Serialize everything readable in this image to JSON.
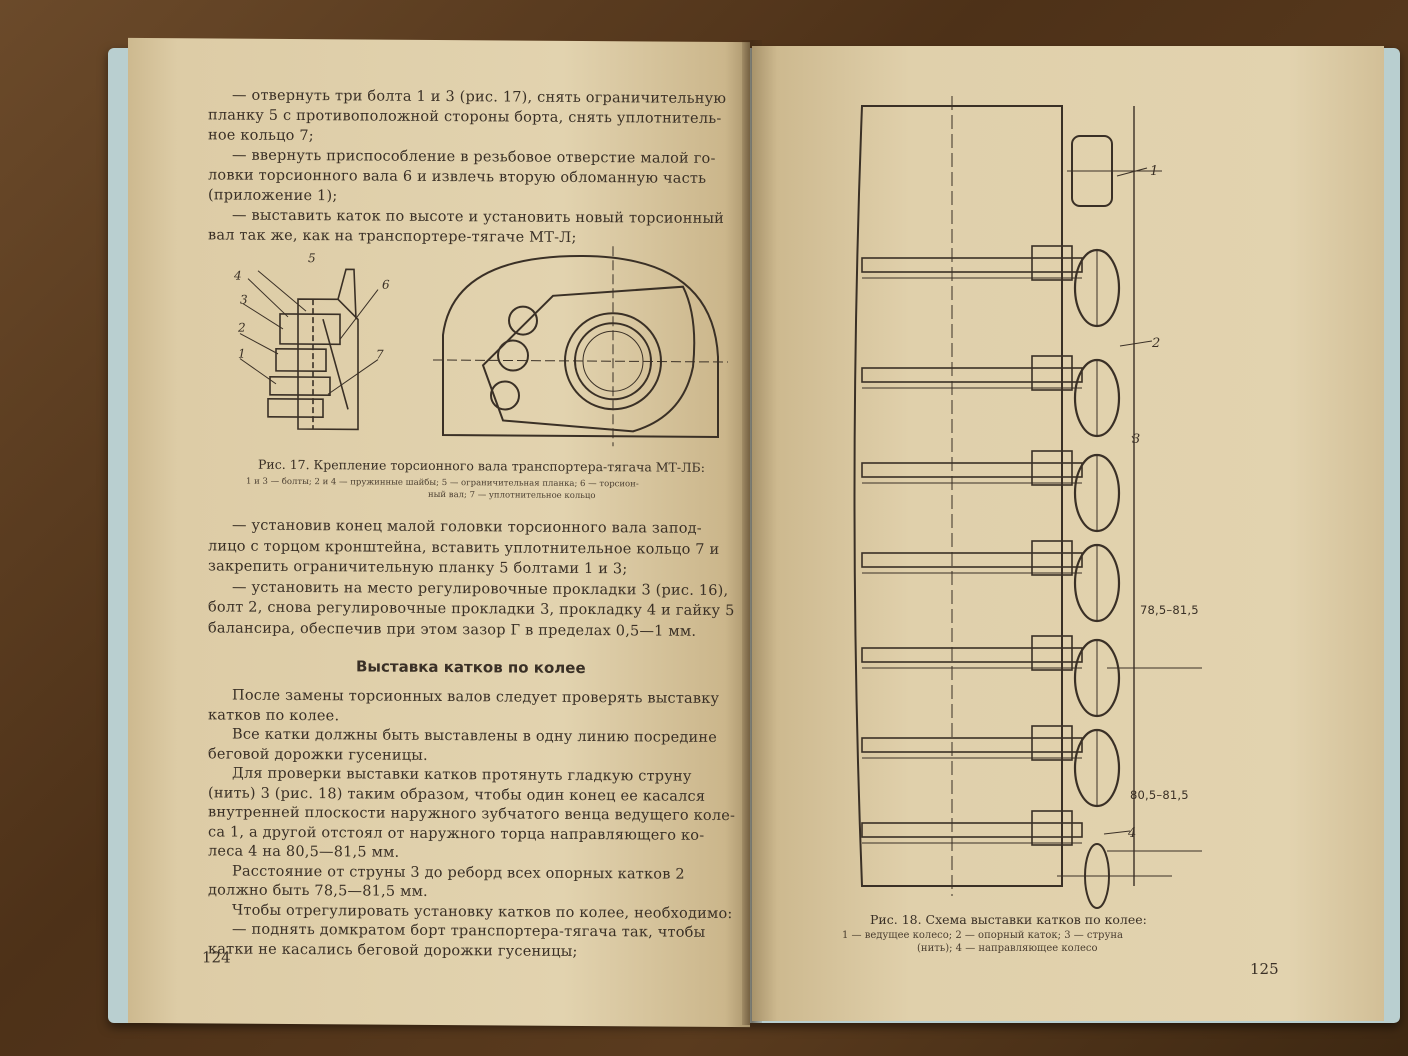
{
  "left_page": {
    "paragraphs_top": [
      "— отвернуть три болта 1 и 3 (рис. 17), снять ограничительную",
      "планку 5 с противоположной стороны борта, снять уплотнитель-",
      "ное кольцо 7;",
      "— ввернуть приспособление в резьбовое отверстие малой го-",
      "ловки торсионного вала 6 и извлечь вторую обломанную часть",
      "(приложение 1);",
      "— выставить каток по высоте и установить новый торсионный",
      "вал так же, как на транспортере-тягаче МТ-Л;"
    ],
    "fig17_labels": [
      "4",
      "5",
      "3",
      "6",
      "2",
      "1",
      "7"
    ],
    "fig17_caption": "Рис. 17. Крепление торсионного вала транспортера-тягача МТ-ЛБ:",
    "fig17_legend": [
      "1 и 3 — болты; 2 и 4 — пружинные шайбы; 5 — ограничительная планка; 6 — торсион-",
      "ный вал; 7 — уплотнительное кольцо"
    ],
    "paragraphs_mid": [
      "— установив конец малой головки торсионного вала запод-",
      "лицо с торцом кронштейна, вставить уплотнительное кольцо 7 и",
      "закрепить ограничительную планку 5 болтами 1 и 3;",
      "— установить на место регулировочные прокладки 3 (рис. 16),",
      "болт 2, снова регулировочные прокладки 3, прокладку 4 и гайку 5",
      "балансира, обеспечив при этом зазор Г в пределах 0,5—1 мм."
    ],
    "heading": "Выставка катков по колее",
    "paragraphs_bottom": [
      "После замены торсионных валов следует проверять выставку",
      "катков по колее.",
      "Все катки должны быть выставлены в одну линию посредине",
      "беговой дорожки гусеницы.",
      "Для проверки выставки катков протянуть гладкую струну",
      "(нить) 3 (рис. 18) таким образом, чтобы один конец ее касался",
      "внутренней плоскости наружного зубчатого венца ведущего коле-",
      "са 1, а другой отстоял от наружного торца направляющего ко-",
      "леса 4 на 80,5—81,5 мм.",
      "Расстояние от струны 3 до реборд всех опорных катков 2",
      "должно быть 78,5—81,5 мм.",
      "Чтобы отрегулировать установку катков по колее, необходимо:",
      "— поднять домкратом борт транспортера-тягача так, чтобы",
      "катки не касались беговой дорожки гусеницы;"
    ],
    "page_number": "124"
  },
  "right_page": {
    "fig18_labels": [
      "1",
      "2",
      "3",
      "4"
    ],
    "dim_top": "78,5–81,5",
    "dim_bottom": "80,5–81,5",
    "fig18_caption": "Рис. 18. Схема выставки катков по колее:",
    "fig18_legend": [
      "1 — ведущее колесо; 2 — опорный каток; 3 — струна",
      "(нить); 4 — направляющее колесо"
    ],
    "page_number": "125"
  }
}
